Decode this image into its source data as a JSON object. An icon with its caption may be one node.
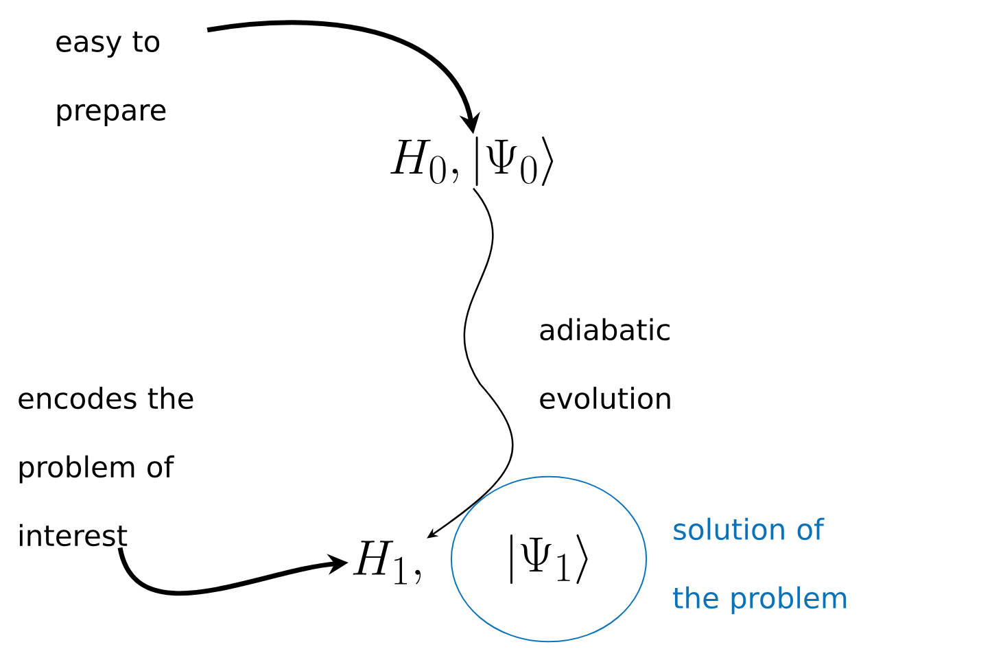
{
  "diagram": {
    "nodes": [
      {
        "text": [
          "easy to prepare"
        ]
      },
      {
        "text": [
          "H_0, |\\Psi_0\\rangle"
        ]
      },
      {
        "text": [
          "encodes the problem of interest"
        ]
      },
      {
        "text": [
          "H_1,"
        ]
      },
      {
        "text": [
          "|\\Psi_1\\rangle"
        ],
        "beside": [
          "solution of the problem"
        ]
      }
    ],
    "edges": [
      {
        "from": 0,
        "to": 1,
        "arrow": "to"
      },
      {
        "from": 1,
        "to": 3,
        "arrow": "to",
        "label": "adiabatic evolution"
      },
      {
        "from": 2,
        "to": 3,
        "arrow": "to"
      }
    ]
  }
}
